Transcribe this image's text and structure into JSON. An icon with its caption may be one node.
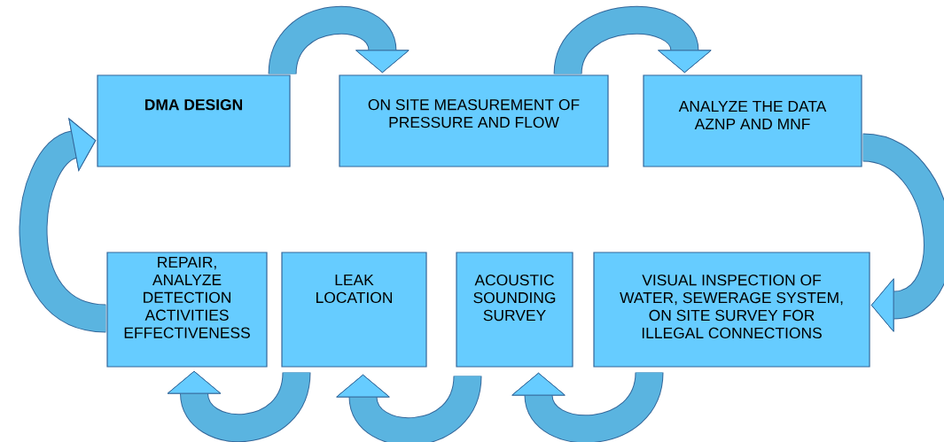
{
  "diagram": {
    "nodes": [
      {
        "text": [
          "DMA DESIGN"
        ]
      },
      {
        "text": [
          "ON SITE MEASUREMENT OF PRESSURE AND FLOW"
        ]
      },
      {
        "text": [
          "ANALYZE THE DATA AZNP AND MNF"
        ]
      },
      {
        "text": [
          "REPAIR, ANALYZE DETECTION ACTIVITIES EFFECTIVENESS"
        ]
      },
      {
        "text": [
          "LEAK LOCATION"
        ]
      },
      {
        "text": [
          "ACOUSTIC SOUNDING SURVEY"
        ]
      },
      {
        "text": [
          "VISUAL INSPECTION OF WATER, SEWERAGE SYSTEM, ON SITE SURVEY FOR ILLEGAL CONNECTIONS"
        ]
      }
    ],
    "edges": [
      {
        "from": 0,
        "to": 1,
        "arrow": "to"
      },
      {
        "from": 1,
        "to": 2,
        "arrow": "to"
      },
      {
        "from": 2,
        "to": 6,
        "arrow": "to"
      },
      {
        "from": 6,
        "to": 5,
        "arrow": "to"
      },
      {
        "from": 5,
        "to": 4,
        "arrow": "to"
      },
      {
        "from": 4,
        "to": 3,
        "arrow": "to"
      },
      {
        "from": 3,
        "to": 0,
        "arrow": "to"
      }
    ]
  }
}
